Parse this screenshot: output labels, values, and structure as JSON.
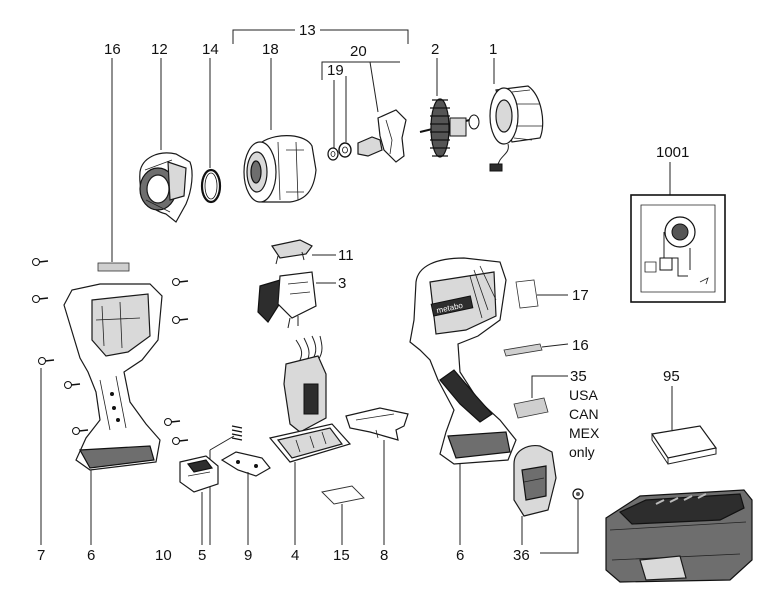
{
  "labels": {
    "l13": "13",
    "l16a": "16",
    "l12": "12",
    "l14": "14",
    "l18": "18",
    "l19": "19",
    "l20": "20",
    "l2": "2",
    "l1": "1",
    "l1001": "1001",
    "l11": "11",
    "l3": "3",
    "l17": "17",
    "l16b": "16",
    "l35": "35",
    "l95": "95",
    "l7": "7",
    "l6a": "6",
    "l10": "10",
    "l5": "5",
    "l9": "9",
    "l4": "4",
    "l15": "15",
    "l8": "8",
    "l6b": "6",
    "l36": "36"
  },
  "region_note": [
    "USA",
    "CAN",
    "MEX",
    "only"
  ],
  "tool_brand": "metabo"
}
